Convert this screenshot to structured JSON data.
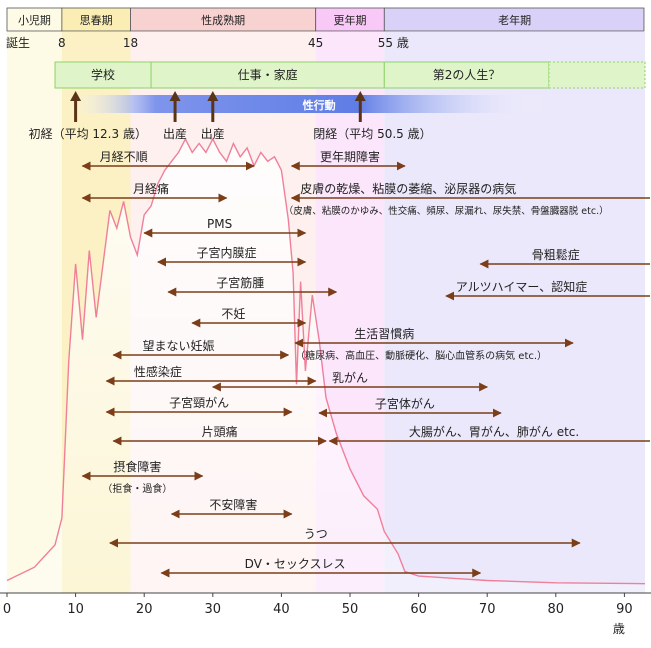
{
  "stages": [
    {
      "label": "小児期",
      "from": 0,
      "to": 8,
      "band_color": "#fdfbe6",
      "head_color": "#fdfbe6"
    },
    {
      "label": "思春期",
      "from": 8,
      "to": 18,
      "band_color": "#fbf1c4",
      "head_color": "#fbeeb4"
    },
    {
      "label": "性成熟期",
      "from": 18,
      "to": 45,
      "band_color": "#fdf0ef",
      "head_color": "#f8d1d1"
    },
    {
      "label": "更年期",
      "from": 45,
      "to": 55,
      "band_color": "#fbe6fb",
      "head_color": "#f8c8f6"
    },
    {
      "label": "老年期",
      "from": 55,
      "to": 93,
      "band_color": "#ece8fb",
      "head_color": "#d9d1f7"
    }
  ],
  "milestones": [
    {
      "label": "誕生",
      "age": 0
    },
    {
      "label": "8",
      "age": 8
    },
    {
      "label": "18",
      "age": 18
    },
    {
      "label": "45",
      "age": 45
    },
    {
      "label": "55 歳",
      "age": 55
    }
  ],
  "life_bar": [
    {
      "label": "学校",
      "from": 7,
      "to": 21
    },
    {
      "label": "仕事・家庭",
      "from": 21,
      "to": 55
    },
    {
      "label": "第2の人生？",
      "from": 55,
      "to": 79
    },
    {
      "label": "",
      "from": 79,
      "to": 93
    }
  ],
  "sexual_activity_label": "性行動",
  "events": [
    {
      "label": "初経（平均 12.3 歳）",
      "age": 10
    },
    {
      "label": "出産",
      "age": 24.5
    },
    {
      "label": "出産",
      "age": 30
    },
    {
      "label": "閉経（平均 50.5 歳）",
      "age": 51.5
    }
  ],
  "conditions": [
    {
      "label": "月経不順",
      "from": 11,
      "to": 36,
      "label_at": 17
    },
    {
      "label": "更年期障害",
      "from": 41.5,
      "to": 58,
      "label_at": 50
    },
    {
      "label": "月経痛",
      "from": 11,
      "to": 32,
      "label_at": 21
    },
    {
      "label": "皮膚の乾燥、粘膜の萎縮、泌尿器の病気",
      "from": 41.5,
      "to": 94,
      "label_at": 58.5,
      "open_end": true
    },
    {
      "label": "PMS",
      "from": 20,
      "to": 43.5,
      "label_at": 31
    },
    {
      "label": "子宮内膜症",
      "from": 22,
      "to": 43.5,
      "label_at": 32
    },
    {
      "label": "骨粗鬆症",
      "from": 69,
      "to": 94,
      "label_at": 80,
      "open_end": true
    },
    {
      "label": "子宮筋腫",
      "from": 23.5,
      "to": 48,
      "label_at": 34
    },
    {
      "label": "アルツハイマー、認知症",
      "from": 64,
      "to": 94,
      "label_at": 75,
      "open_end": true
    },
    {
      "label": "不妊",
      "from": 27,
      "to": 43.5,
      "label_at": 33
    },
    {
      "label": "生活習慣病",
      "from": 42,
      "to": 82.5,
      "label_at": 55
    },
    {
      "label": "望まない妊娠",
      "from": 15.5,
      "to": 41,
      "label_at": 25
    },
    {
      "label": "性感染症",
      "from": 14.5,
      "to": 45,
      "label_at": 22
    },
    {
      "label": "乳がん",
      "from": 30,
      "to": 70,
      "label_at": 50
    },
    {
      "label": "子宮頸がん",
      "from": 14.5,
      "to": 41.5,
      "label_at": 28
    },
    {
      "label": "子宮体がん",
      "from": 45.5,
      "to": 72,
      "label_at": 58
    },
    {
      "label": "片頭痛",
      "from": 15.5,
      "to": 46.5,
      "label_at": 31
    },
    {
      "label": "大腸がん、胃がん、肺がん etc.",
      "from": 47,
      "to": 94,
      "label_at": 71,
      "open_end": true
    },
    {
      "label": "摂食障害",
      "from": 11,
      "to": 28.5,
      "label_at": 19
    },
    {
      "label": "不安障害",
      "from": 24,
      "to": 41.5,
      "label_at": 33
    },
    {
      "label": "うつ",
      "from": 15,
      "to": 83.5,
      "label_at": 45
    },
    {
      "label": "DV・セックスレス",
      "from": 22.5,
      "to": 69,
      "label_at": 42
    }
  ],
  "notes": [
    {
      "label": "（皮膚、粘膜のかゆみ、性交痛、頻尿、尿漏れ、尿失禁、骨盤臓器脱 etc.）",
      "attach": 3
    },
    {
      "label": "（糖尿病、高血圧、動脈硬化、脳心血管系の病気 etc.）",
      "attach": 10
    },
    {
      "label": "（拒食・過食）",
      "attach": 18
    }
  ],
  "x_axis": {
    "ticks": [
      0,
      10,
      20,
      30,
      40,
      50,
      60,
      70,
      80,
      90
    ],
    "unit": "歳",
    "range": [
      0,
      93
    ]
  },
  "hormone_curve": {
    "ages": [
      0,
      4,
      7,
      8,
      9,
      10,
      11,
      12,
      13,
      15,
      16,
      17,
      18,
      19,
      20,
      21,
      22,
      23,
      24,
      25,
      26,
      27,
      28,
      29,
      30,
      31,
      32,
      33,
      34,
      35,
      36,
      37,
      38,
      39,
      40,
      41,
      41.7,
      42.2,
      42.8,
      43.5,
      44.5,
      45.5,
      46.5,
      48,
      50,
      52,
      54,
      55,
      57,
      58,
      60,
      65,
      70,
      80,
      93
    ],
    "level": [
      0.01,
      0.04,
      0.09,
      0.15,
      0.5,
      0.72,
      0.55,
      0.75,
      0.6,
      0.84,
      0.8,
      0.86,
      0.78,
      0.74,
      0.83,
      0.85,
      0.9,
      0.93,
      0.95,
      0.97,
      1.0,
      0.97,
      0.99,
      0.97,
      1.0,
      0.97,
      0.95,
      0.99,
      0.96,
      0.98,
      0.94,
      0.97,
      0.95,
      0.96,
      0.93,
      0.82,
      0.7,
      0.45,
      0.68,
      0.48,
      0.65,
      0.55,
      0.42,
      0.34,
      0.26,
      0.2,
      0.17,
      0.12,
      0.07,
      0.03,
      0.02,
      0.015,
      0.01,
      0.005,
      0.003
    ]
  },
  "colors": {
    "arrow": "#7b3e18",
    "hormone_line": "#f07f9a",
    "life_bar_fill": "#dff5c9",
    "life_bar_stroke": "#8fd16a",
    "activity_gradient": "#6f86e8",
    "event_arrow": "#5a3417"
  }
}
